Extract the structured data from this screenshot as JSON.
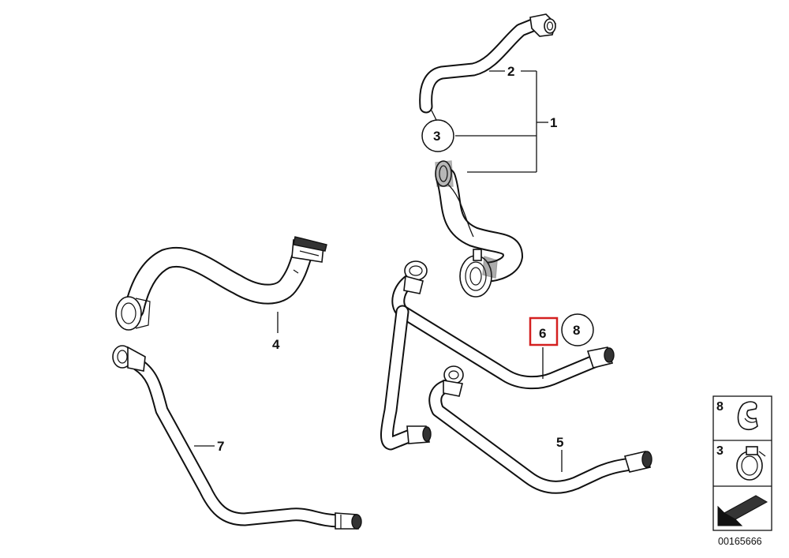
{
  "diagram": {
    "labels": {
      "p1": "1",
      "p2": "2",
      "p3": "3",
      "p4": "4",
      "p5": "5",
      "p6": "6",
      "p7": "7",
      "p8": "8"
    },
    "highlighted_part": "6",
    "highlight_color": "#d42020",
    "legend": {
      "items": [
        {
          "number": "8",
          "icon": "hose-clip-icon"
        },
        {
          "number": "3",
          "icon": "hose-clamp-icon"
        },
        {
          "number": "",
          "icon": "direction-arrow-icon"
        }
      ]
    },
    "document_number": "00165666"
  }
}
